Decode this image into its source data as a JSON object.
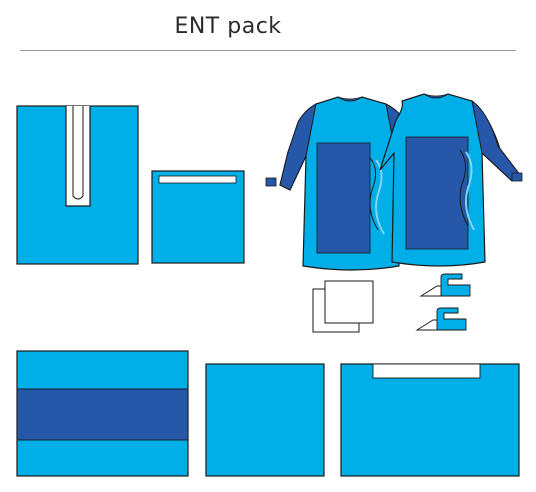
{
  "header": {
    "title": "ENT pack"
  },
  "palette": {
    "light_blue": "#00aee8",
    "dark_blue": "#2657a8",
    "outline": "#1a1a1a",
    "rule": "#9a9a9a"
  },
  "items": [
    {
      "id": "u-drape",
      "icon": "u-split-drape"
    },
    {
      "id": "small-drape",
      "icon": "drape-with-adhesive-strip"
    },
    {
      "id": "gown-1",
      "icon": "reinforced-surgical-gown"
    },
    {
      "id": "gown-2",
      "icon": "reinforced-surgical-gown"
    },
    {
      "id": "towels",
      "icon": "hand-towels"
    },
    {
      "id": "tape-1",
      "icon": "adhesive-tape"
    },
    {
      "id": "tape-2",
      "icon": "adhesive-tape"
    },
    {
      "id": "reinforced-drape",
      "icon": "drape-with-reinforcement-band"
    },
    {
      "id": "square-drape",
      "icon": "plain-drape"
    },
    {
      "id": "table-cover",
      "icon": "drape-with-adhesive-strip"
    }
  ]
}
